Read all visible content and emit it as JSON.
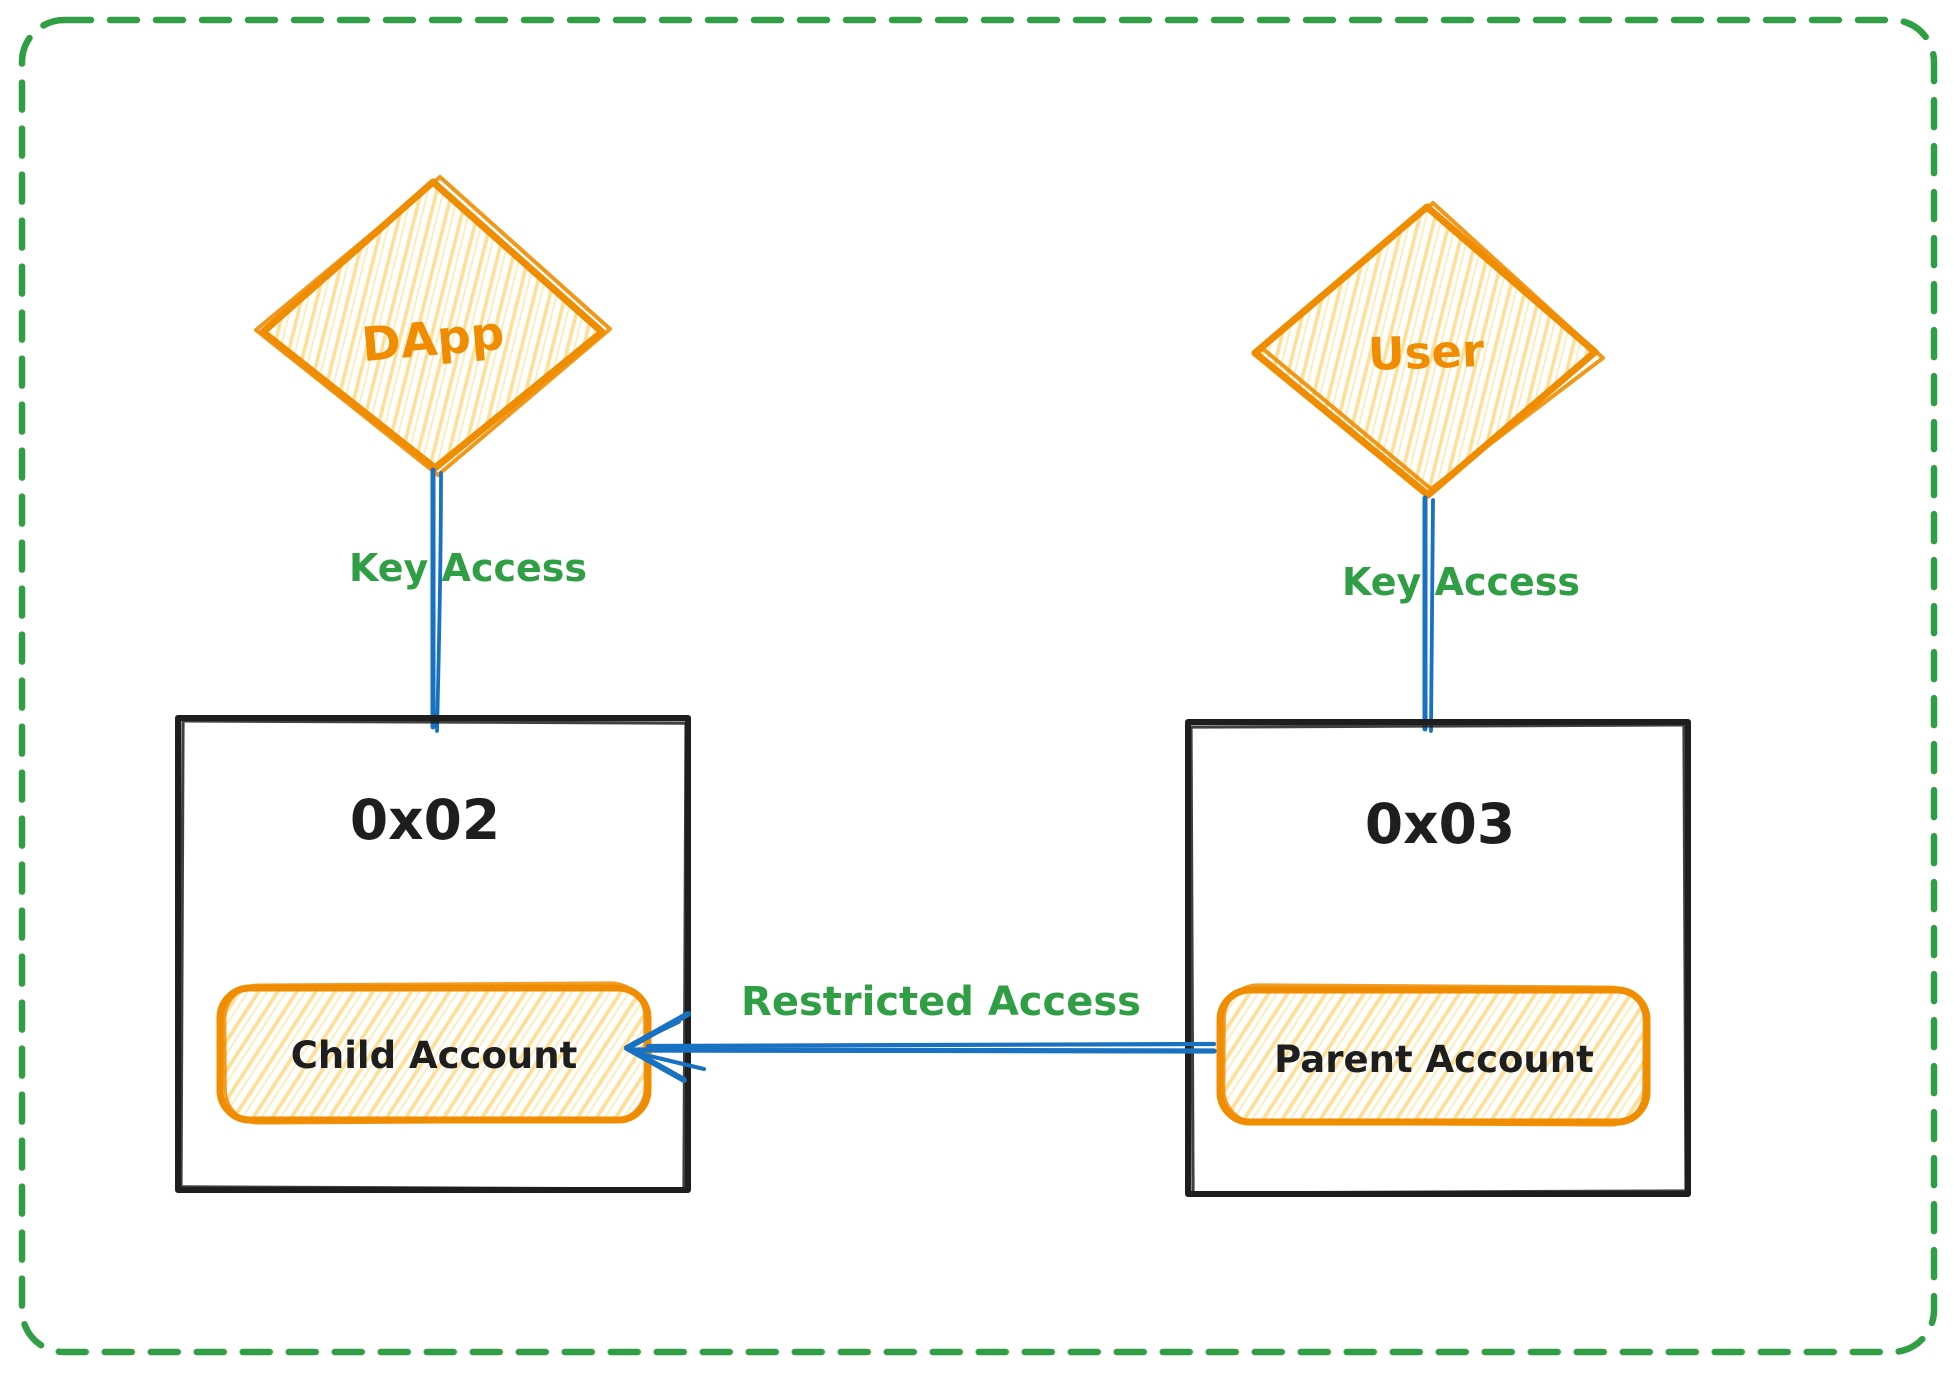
{
  "canvas": {
    "kind": "whiteboard-diagram",
    "border_color": "#2f9e44",
    "background": "#ffffff"
  },
  "colors": {
    "orange": "#f08c00",
    "hatch_yellow": "#ffdf96",
    "hatch_yellow_light": "#ffeab8",
    "green": "#2f9e44",
    "blue": "#1971c2",
    "ink": "#1e1e1e"
  },
  "nodes": {
    "dapp": {
      "label": "DApp",
      "shape": "diamond"
    },
    "user": {
      "label": "User",
      "shape": "diamond"
    },
    "account_0x02": {
      "label": "0x02",
      "shape": "rectangle"
    },
    "account_0x03": {
      "label": "0x03",
      "shape": "rectangle"
    },
    "child_account": {
      "label": "Child Account",
      "shape": "rounded-rectangle"
    },
    "parent_account": {
      "label": "Parent Account",
      "shape": "rounded-rectangle"
    }
  },
  "edges": {
    "dapp_key_access": {
      "label": "Key Access",
      "from": "DApp",
      "to": "0x02"
    },
    "user_key_access": {
      "label": "Key Access",
      "from": "User",
      "to": "0x03"
    },
    "restricted_access": {
      "label": "Restricted Access",
      "from": "Parent Account",
      "to": "Child Account"
    }
  }
}
